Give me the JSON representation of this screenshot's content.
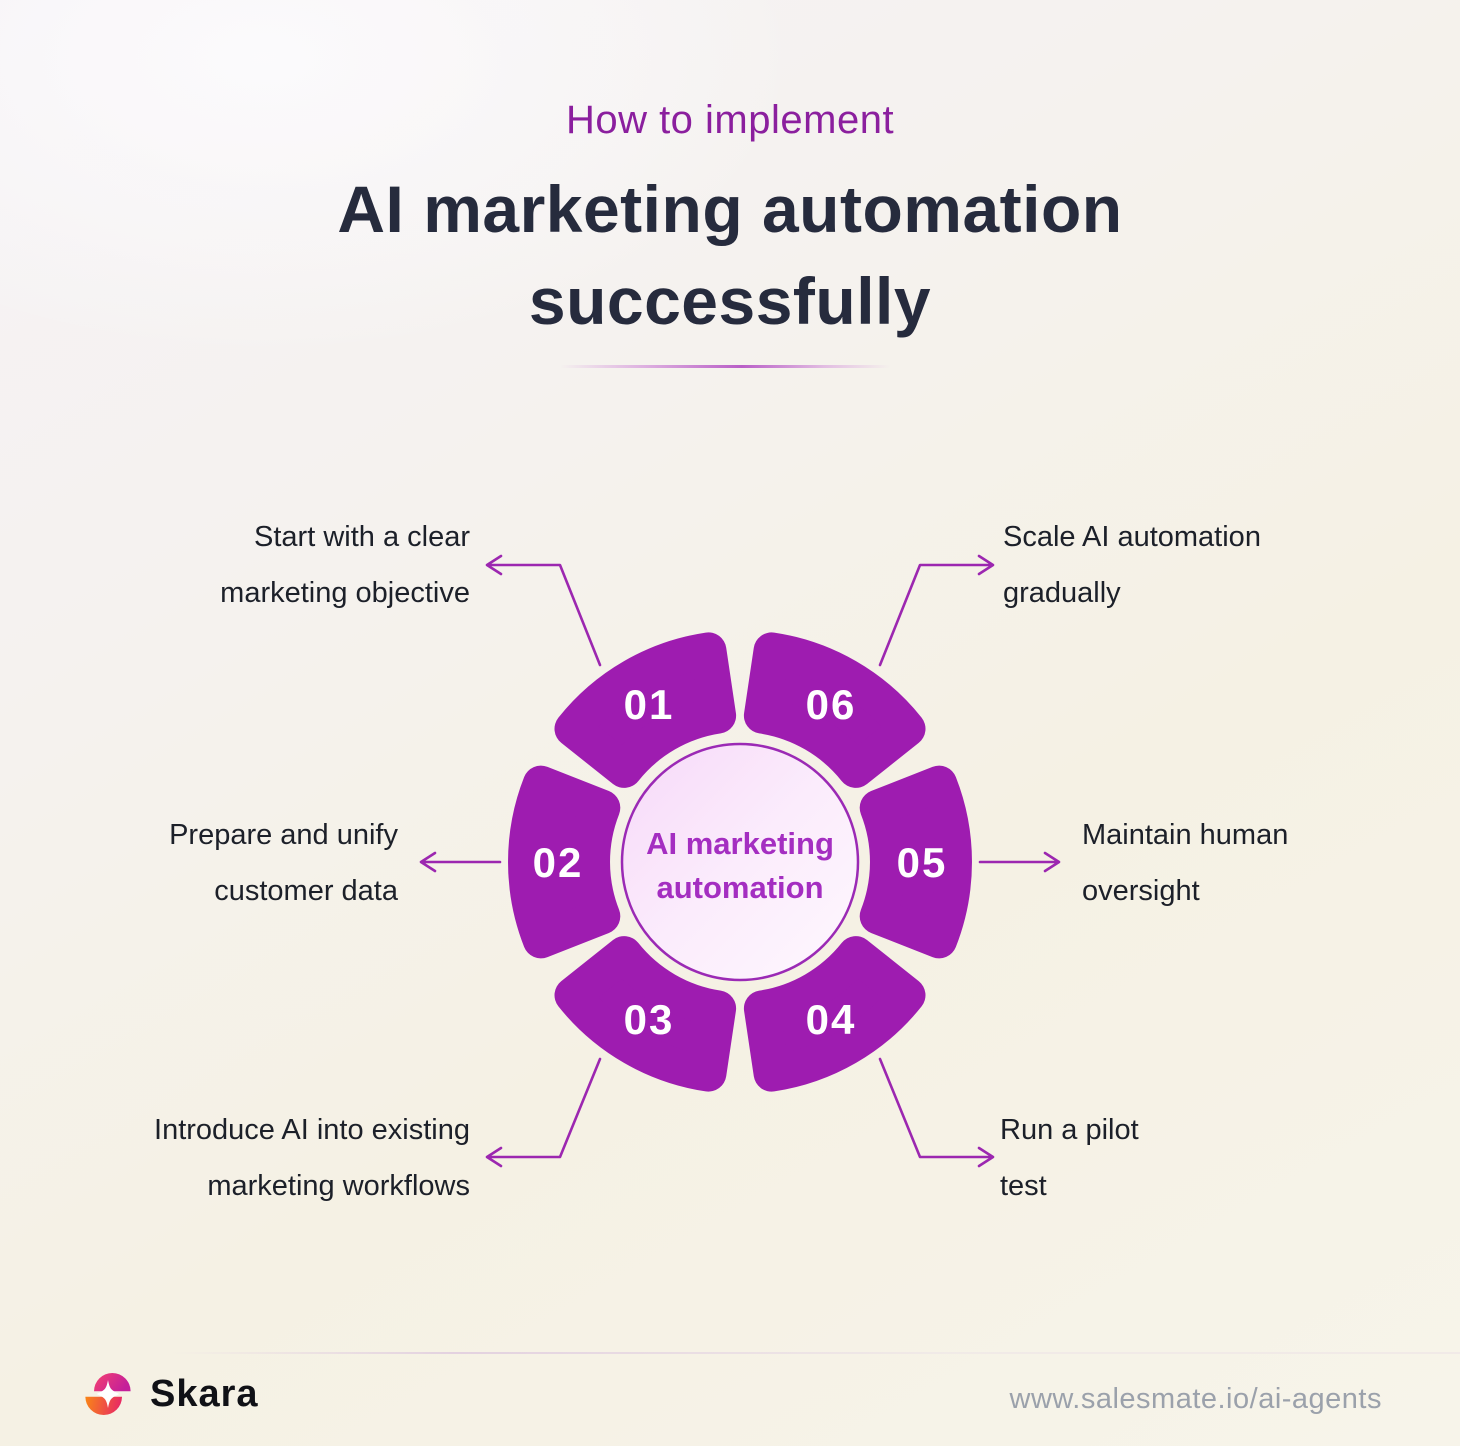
{
  "header": {
    "eyebrow": "How to implement",
    "title_line1": "AI marketing automation",
    "title_line2": "successfully"
  },
  "diagram": {
    "center": {
      "line1": "AI marketing",
      "line2": "automation"
    },
    "segments": [
      {
        "number": "01",
        "label_line1": "Start with a clear",
        "label_line2": "marketing objective"
      },
      {
        "number": "02",
        "label_line1": "Prepare and unify",
        "label_line2": "customer data"
      },
      {
        "number": "03",
        "label_line1": "Introduce AI into existing",
        "label_line2": "marketing workflows"
      },
      {
        "number": "04",
        "label_line1": "Run a pilot",
        "label_line2": "test"
      },
      {
        "number": "05",
        "label_line1": "Maintain human",
        "label_line2": "oversight"
      },
      {
        "number": "06",
        "label_line1": "Scale AI automation",
        "label_line2": "gradually"
      }
    ]
  },
  "footer": {
    "brand": "Skara",
    "url": "www.salesmate.io/ai-agents"
  },
  "colors": {
    "segment_purple": "#9e1cb0",
    "connector_purple": "#9c27b0",
    "eyebrow_purple": "#8b1f9e",
    "headline_dark": "#262b3d",
    "center_text_purple": "#a42ec1",
    "label_dark": "#1c2029",
    "url_gray": "#9ba1ab"
  }
}
